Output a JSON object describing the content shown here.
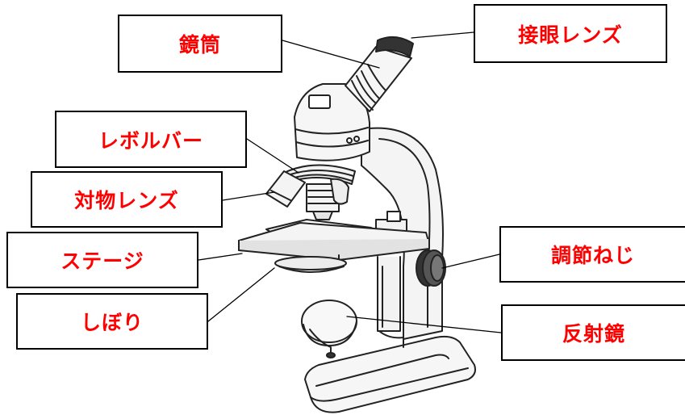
{
  "colors": {
    "label_text": "#ff0000",
    "outline": "#222222",
    "body_fill": "#f6f6f6"
  },
  "labels": {
    "kyoutou": "鏡筒",
    "setsugan_lens": "接眼レンズ",
    "revolver": "レボルバー",
    "taibutsu_lens": "対物レンズ",
    "stage": "ステージ",
    "shibori": "しぼり",
    "chousetsu_neji": "調節ねじ",
    "hanshakyou": "反射鏡"
  }
}
